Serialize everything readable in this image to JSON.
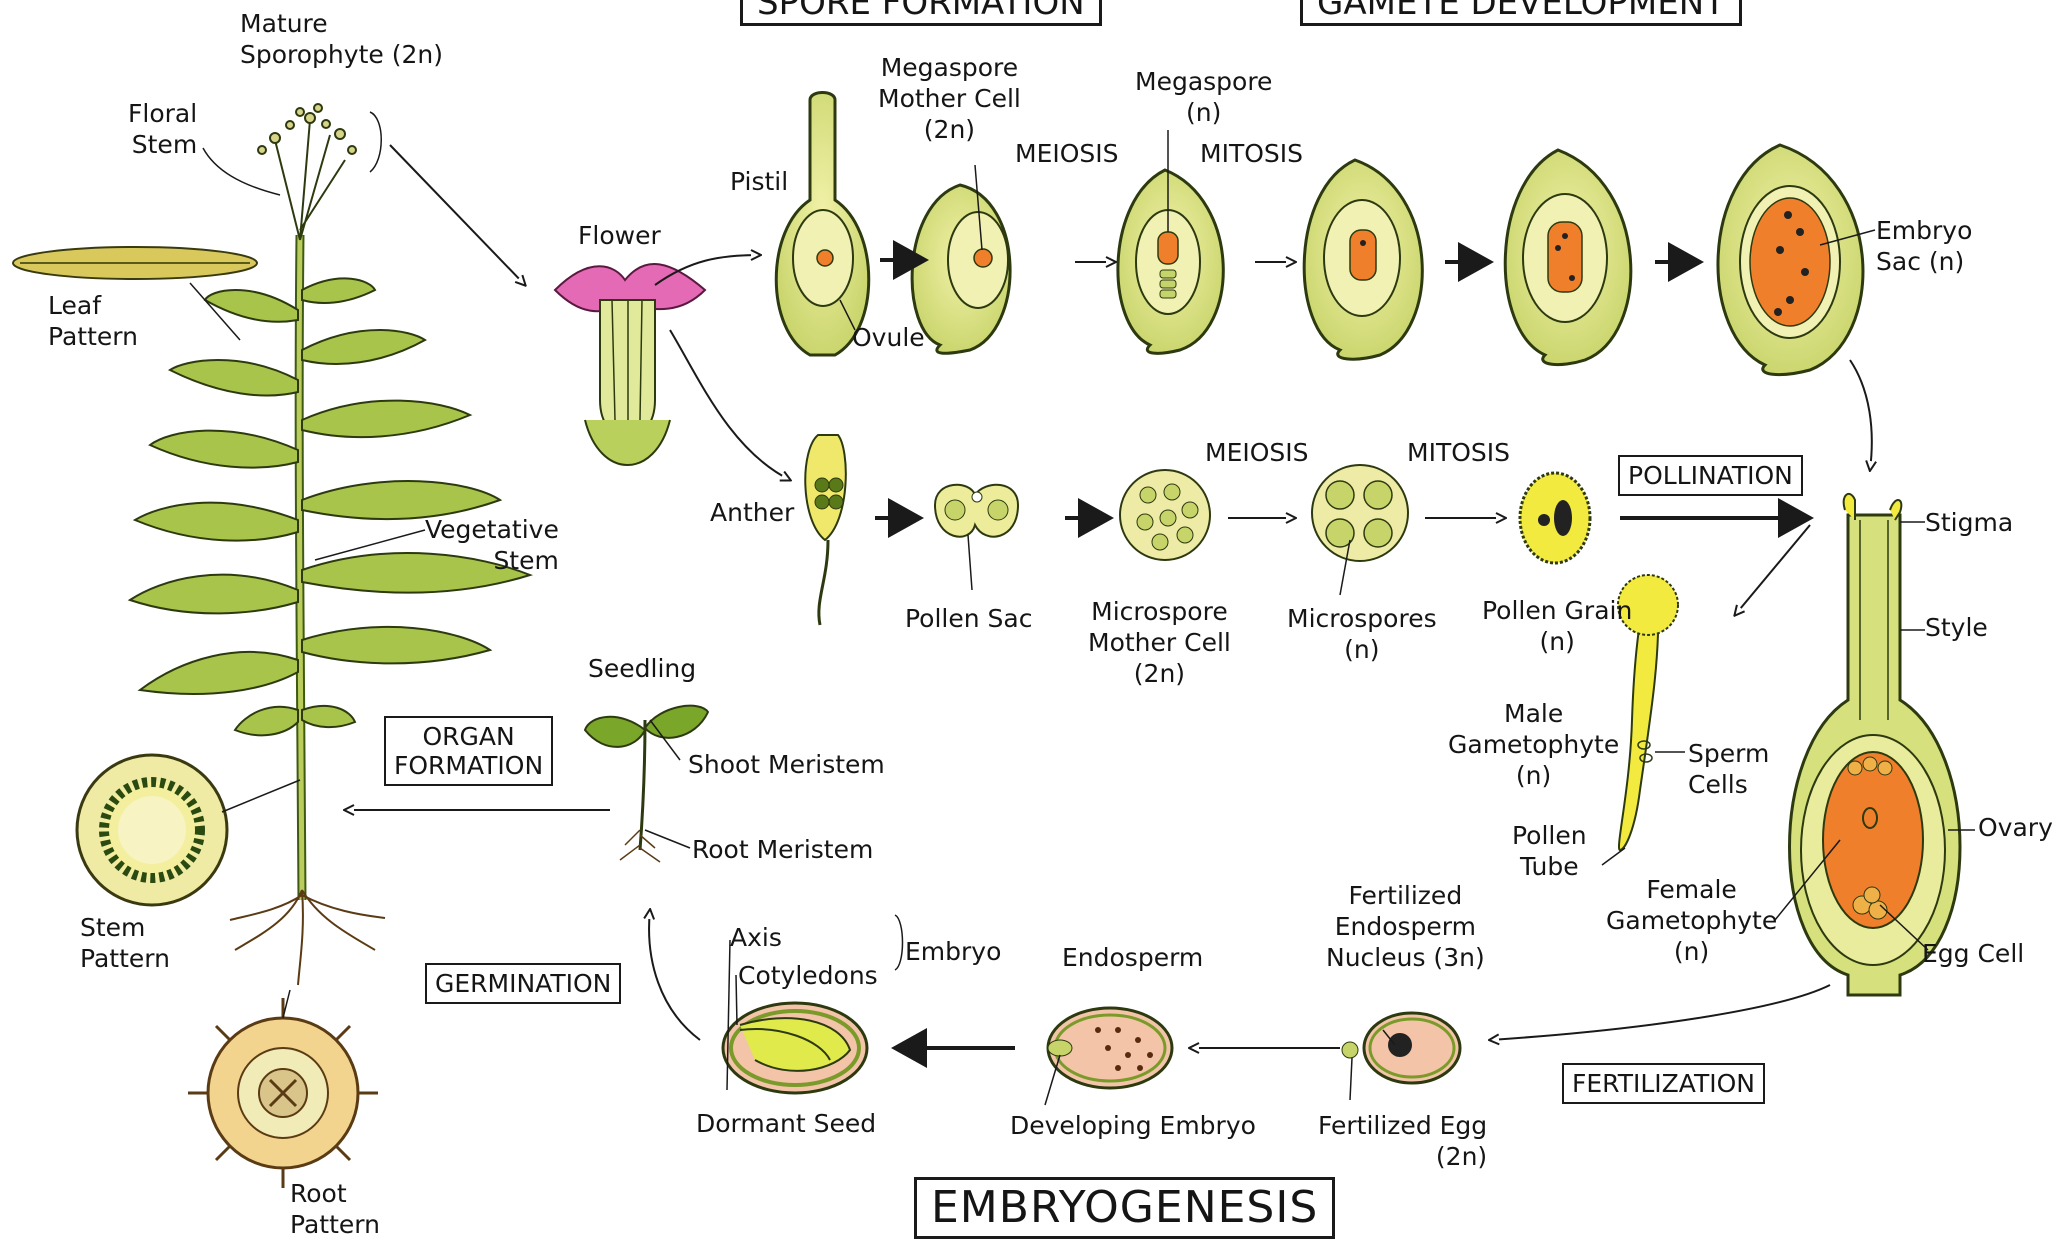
{
  "headings": {
    "spore_formation": "SPORE FORMATION",
    "gamete_development": "GAMETE DEVELOPMENT",
    "embryogenesis": "EMBRYOGENESIS"
  },
  "process_boxes": {
    "pollination": "POLLINATION",
    "fertilization": "FERTILIZATION",
    "germination": "GERMINATION",
    "organ_formation": "ORGAN\nFORMATION"
  },
  "labels": {
    "mature_sporophyte": "Mature\nSporophyte (2n)",
    "floral_stem": "Floral\nStem",
    "leaf_pattern": "Leaf\nPattern",
    "vegetative_stem": "Vegetative\nStem",
    "stem_pattern": "Stem\nPattern",
    "root_pattern": "Root\nPattern",
    "flower": "Flower",
    "pistil": "Pistil",
    "ovule": "Ovule",
    "megaspore_mother_cell": "Megaspore\nMother Cell\n(2n)",
    "megaspore": "Megaspore\n(n)",
    "meiosis_top": "MEIOSIS",
    "mitosis_top": "MITOSIS",
    "embryo_sac": "Embryo\nSac (n)",
    "anther": "Anther",
    "pollen_sac": "Pollen Sac",
    "microspore_mother_cell": "Microspore\nMother Cell\n(2n)",
    "microspores": "Microspores\n(n)",
    "meiosis_mid": "MEIOSIS",
    "mitosis_mid": "MITOSIS",
    "pollen_grain": "Pollen Grain\n(n)",
    "stigma": "Stigma",
    "style": "Style",
    "ovary": "Ovary",
    "egg_cell": "Egg Cell",
    "female_gametophyte": "Female\nGametophyte\n(n)",
    "male_gametophyte": "Male\nGametophyte\n(n)",
    "sperm_cells": "Sperm\nCells",
    "pollen_tube": "Pollen\nTube",
    "seedling": "Seedling",
    "shoot_meristem": "Shoot Meristem",
    "root_meristem": "Root Meristem",
    "axis": "Axis",
    "cotyledons": "Cotyledons",
    "embryo": "Embryo",
    "endosperm": "Endosperm",
    "fertilized_endosperm_nucleus": "Fertilized\nEndosperm\nNucleus (3n)",
    "dormant_seed": "Dormant Seed",
    "developing_embryo": "Developing Embryo",
    "fertilized_egg": "Fertilized Egg\n(2n)"
  },
  "colors": {
    "plant_fill": "#c9d97a",
    "plant_stroke": "#2d3a10",
    "ovule_fill": "#e6ea8c",
    "sac_orange": "#ef7f2b",
    "pollen_yellow": "#f3ea3f",
    "flower_pink": "#e46ab5",
    "seed_pink": "#f3c4a8",
    "arrow_stroke": "#222222"
  }
}
